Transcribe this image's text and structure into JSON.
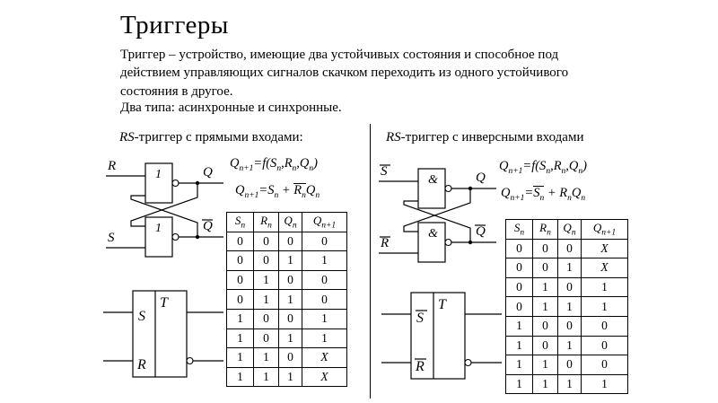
{
  "slide": {
    "title": "Триггеры",
    "intro": "Триггер – устройство, имеющие два устойчивых состояния и способное под действием управляющих сигналов  скачком переходить из одного устойчивого состояния в другое.",
    "types": "Два типа: асинхронные и синхронные."
  },
  "colors": {
    "text": "#000000",
    "background": "#ffffff"
  },
  "left": {
    "heading_rs": "RS",
    "heading_rest": "-триггер с прямыми входами:",
    "formula1": "Q_{n+1}=f(S_{n},R_{n},Q_{n})",
    "formula2": "Q_{n+1}=S_{n} + ~R_{n}~Q_{n}",
    "circuit": {
      "gate_label": "1",
      "input_top": "R",
      "input_bottom": "S",
      "output_top": "Q",
      "output_bottom": "Q"
    },
    "block": {
      "in_top": "S",
      "in_bottom": "R",
      "type_label": "T"
    },
    "table": {
      "headers": [
        "S_{n}",
        "R_{n}",
        "Q_{n}",
        "Q_{n+1}"
      ],
      "rows": [
        [
          "0",
          "0",
          "0",
          "0"
        ],
        [
          "0",
          "0",
          "1",
          "1"
        ],
        [
          "0",
          "1",
          "0",
          "0"
        ],
        [
          "0",
          "1",
          "1",
          "0"
        ],
        [
          "1",
          "0",
          "0",
          "1"
        ],
        [
          "1",
          "0",
          "1",
          "1"
        ],
        [
          "1",
          "1",
          "0",
          "X"
        ],
        [
          "1",
          "1",
          "1",
          "X"
        ]
      ]
    }
  },
  "right": {
    "heading_rs": "RS",
    "heading_rest": "-триггер с инверсными входами",
    "formula1": "Q_{n+1}=f(S_{n},R_{n},Q_{n})",
    "formula2": "Q_{n+1}=~S_{n}~ + R_{n}Q_{n}",
    "circuit": {
      "gate_label": "&",
      "input_top": "S",
      "input_bottom": "R",
      "output_top": "Q",
      "output_bottom": "Q"
    },
    "block": {
      "in_top": "S",
      "in_bottom": "R",
      "type_label": "T"
    },
    "table": {
      "headers": [
        "S_{n}",
        "R_{n}",
        "Q_{n}",
        "Q_{n+1}"
      ],
      "rows": [
        [
          "0",
          "0",
          "0",
          "X"
        ],
        [
          "0",
          "0",
          "1",
          "X"
        ],
        [
          "0",
          "1",
          "0",
          "1"
        ],
        [
          "0",
          "1",
          "1",
          "1"
        ],
        [
          "1",
          "0",
          "0",
          "0"
        ],
        [
          "1",
          "0",
          "1",
          "0"
        ],
        [
          "1",
          "1",
          "0",
          "0"
        ],
        [
          "1",
          "1",
          "1",
          "1"
        ]
      ]
    }
  }
}
